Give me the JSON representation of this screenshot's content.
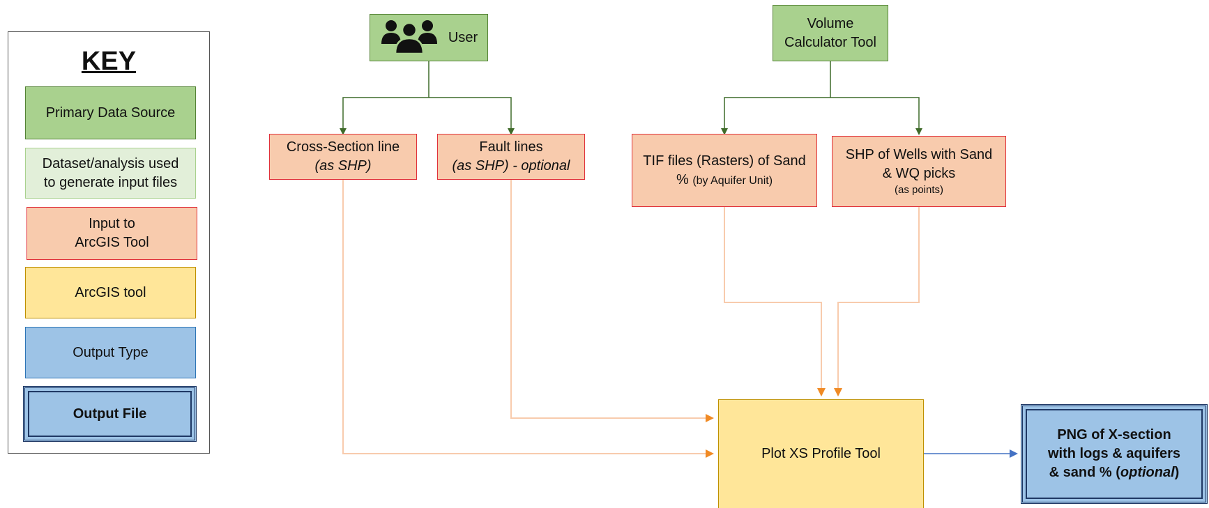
{
  "key": {
    "title": "KEY",
    "items": [
      {
        "label": "Primary Data Source"
      },
      {
        "line1": "Dataset/analysis used",
        "line2": "to generate input files"
      },
      {
        "line1": "Input to",
        "line2": "ArcGIS Tool"
      },
      {
        "label": "ArcGIS tool"
      },
      {
        "label": "Output Type"
      },
      {
        "label": "Output File"
      }
    ]
  },
  "nodes": {
    "user": {
      "label": "User",
      "icon": "users-group-icon"
    },
    "volume_calc": {
      "line1": "Volume",
      "line2": "Calculator Tool"
    },
    "cross_section": {
      "line1": "Cross-Section line",
      "line2": "(as SHP)"
    },
    "fault_lines": {
      "line1": "Fault lines",
      "line2": "(as SHP) - optional"
    },
    "tif_files": {
      "line1": "TIF files (Rasters) of Sand",
      "line2_main": "%",
      "line2_small": "(by Aquifer Unit)"
    },
    "shp_wells": {
      "line1": "SHP of Wells with Sand",
      "line2": "& WQ picks",
      "line3": "(as points)"
    },
    "plot_tool": {
      "label": "Plot XS Profile Tool"
    },
    "png_output": {
      "line1": "PNG of X-section",
      "line2": "with logs & aquifers",
      "line3_main": "& sand % (",
      "line3_ital": "optional",
      "line3_end": ")"
    }
  },
  "colors": {
    "primary_source": "#a9d18e",
    "dataset": "#e2efd9",
    "input": "#f8cbad",
    "tool": "#ffe699",
    "output": "#9dc3e6",
    "green_arrow": "#3f6b2a",
    "orange_arrow": "#f4b183",
    "orange_head": "#f08a24",
    "blue_arrow": "#4472c4"
  }
}
